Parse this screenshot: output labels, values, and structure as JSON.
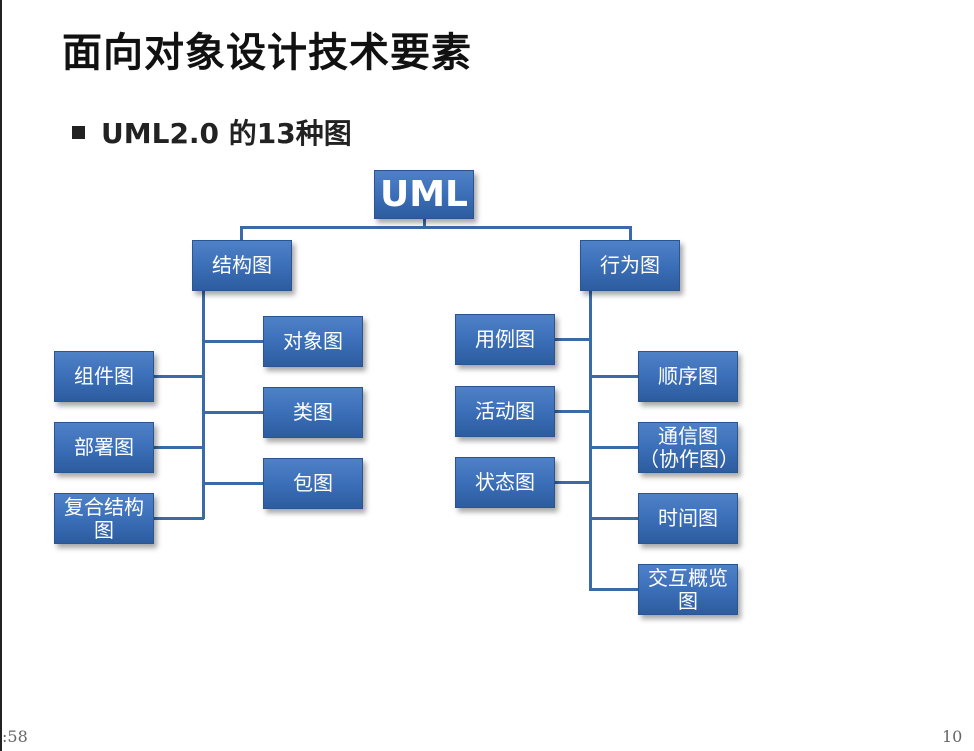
{
  "slide": {
    "title": "面向对象设计技术要素",
    "bullet": "UML2.0 的13种图"
  },
  "diagram": {
    "root": "UML",
    "structure": {
      "label": "结构图",
      "children_right": [
        "对象图",
        "类图",
        "包图"
      ],
      "children_left": [
        [
          "组件图"
        ],
        [
          "部署图"
        ],
        [
          "复合结构",
          "图"
        ]
      ]
    },
    "behavior": {
      "label": "行为图",
      "children_left": [
        "用例图",
        "活动图",
        "状态图"
      ],
      "children_right": [
        [
          "顺序图"
        ],
        [
          "通信图",
          "（协作图）"
        ],
        [
          "时间图"
        ],
        [
          "交互概览",
          "图"
        ]
      ]
    }
  },
  "footer": {
    "left": ":58",
    "page": "10"
  },
  "colors": {
    "box_fill": "#3b6fb8",
    "connector": "#3b6aa8"
  }
}
